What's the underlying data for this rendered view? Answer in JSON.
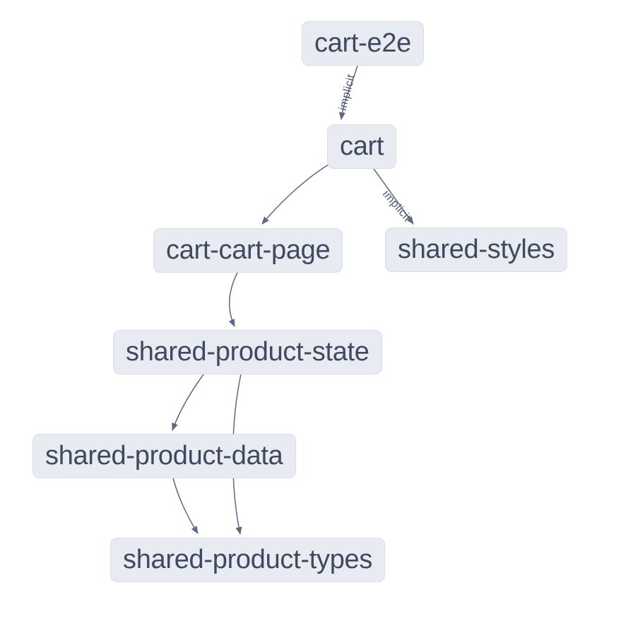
{
  "diagram": {
    "kind": "dependency-graph",
    "colors": {
      "background": "#ffffff",
      "node-fill": "#e8ebf1",
      "node-border": "#d8dde6",
      "node-text": "#3f4a5f",
      "edge-stroke": "#5c6884",
      "edge-label-text": "#4d5871"
    },
    "nodes": [
      {
        "id": "cart-e2e",
        "label": "cart-e2e"
      },
      {
        "id": "cart",
        "label": "cart"
      },
      {
        "id": "cart-cart-page",
        "label": "cart-cart-page"
      },
      {
        "id": "shared-styles",
        "label": "shared-styles"
      },
      {
        "id": "shared-product-state",
        "label": "shared-product-state"
      },
      {
        "id": "shared-product-data",
        "label": "shared-product-data"
      },
      {
        "id": "shared-product-types",
        "label": "shared-product-types"
      }
    ],
    "edges": [
      {
        "from": "cart-e2e",
        "to": "cart",
        "label": "implicit"
      },
      {
        "from": "cart",
        "to": "cart-cart-page",
        "label": ""
      },
      {
        "from": "cart",
        "to": "shared-styles",
        "label": "implicit"
      },
      {
        "from": "cart-cart-page",
        "to": "shared-product-state",
        "label": ""
      },
      {
        "from": "shared-product-state",
        "to": "shared-product-data",
        "label": ""
      },
      {
        "from": "shared-product-state",
        "to": "shared-product-types",
        "label": ""
      },
      {
        "from": "shared-product-data",
        "to": "shared-product-types",
        "label": ""
      }
    ]
  }
}
